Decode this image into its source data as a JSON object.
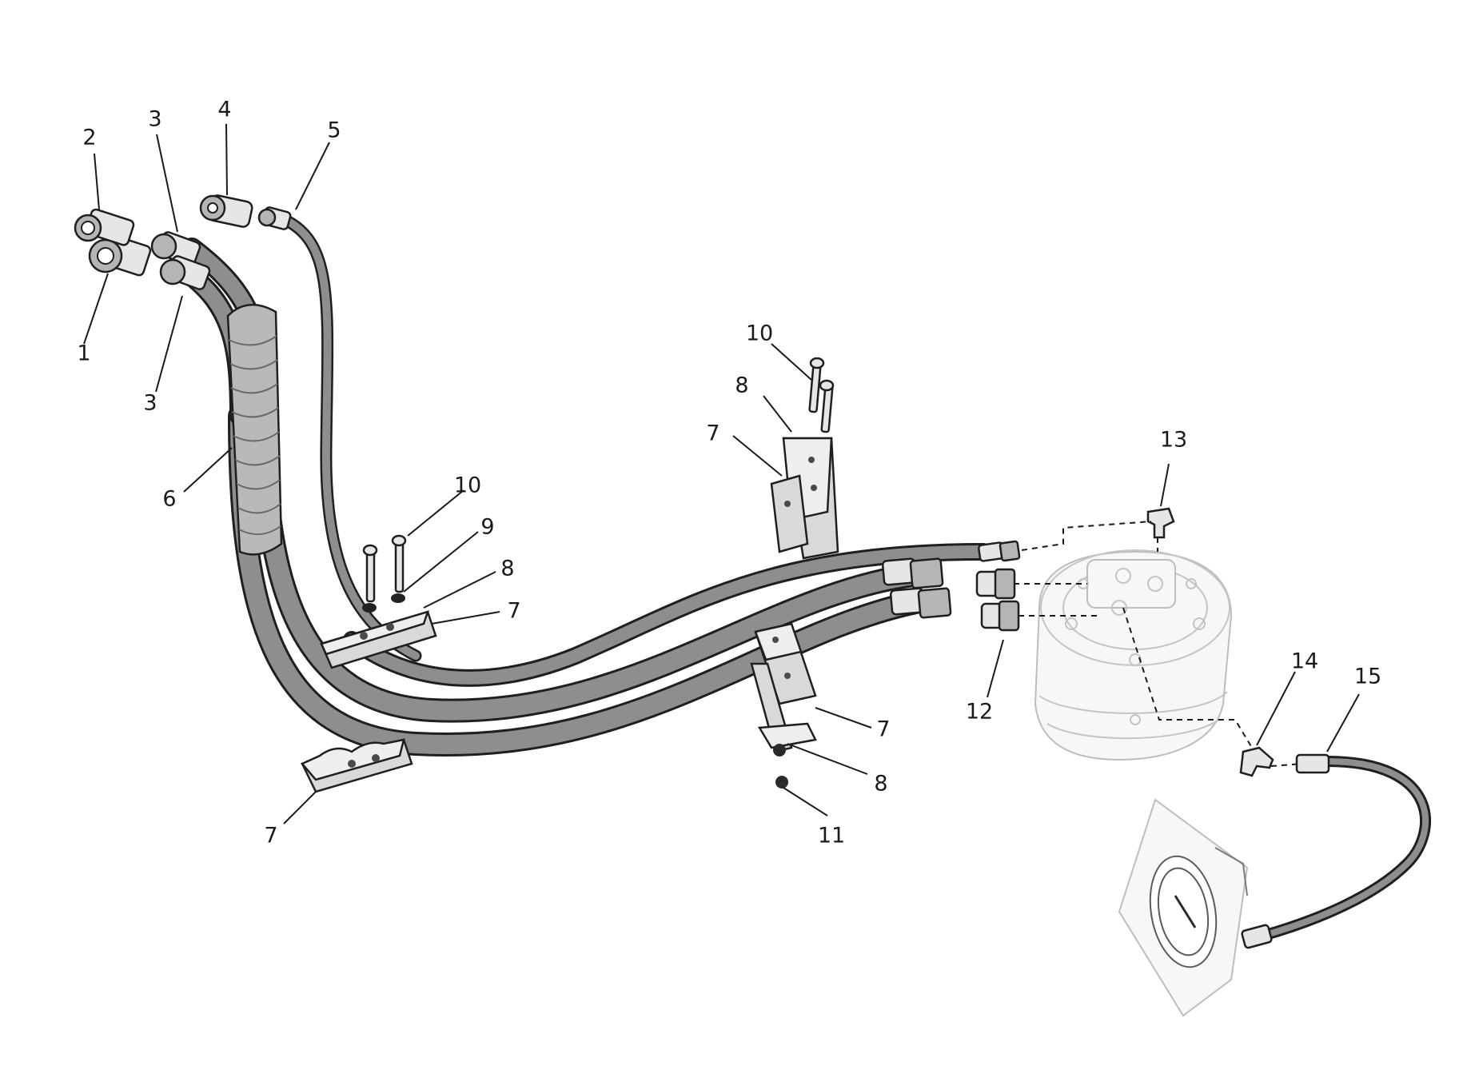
{
  "callouts": [
    {
      "id": "1",
      "label": "1"
    },
    {
      "id": "2",
      "label": "2"
    },
    {
      "id": "3a",
      "label": "3"
    },
    {
      "id": "3b",
      "label": "3"
    },
    {
      "id": "4",
      "label": "4"
    },
    {
      "id": "5",
      "label": "5"
    },
    {
      "id": "6",
      "label": "6"
    },
    {
      "id": "7a",
      "label": "7"
    },
    {
      "id": "7b",
      "label": "7"
    },
    {
      "id": "7c",
      "label": "7"
    },
    {
      "id": "7d",
      "label": "7"
    },
    {
      "id": "8a",
      "label": "8"
    },
    {
      "id": "8b",
      "label": "8"
    },
    {
      "id": "8c",
      "label": "8"
    },
    {
      "id": "9",
      "label": "9"
    },
    {
      "id": "10a",
      "label": "10"
    },
    {
      "id": "10b",
      "label": "10"
    },
    {
      "id": "11",
      "label": "11"
    },
    {
      "id": "12",
      "label": "12"
    },
    {
      "id": "13",
      "label": "13"
    },
    {
      "id": "14",
      "label": "14"
    },
    {
      "id": "15",
      "label": "15"
    }
  ]
}
